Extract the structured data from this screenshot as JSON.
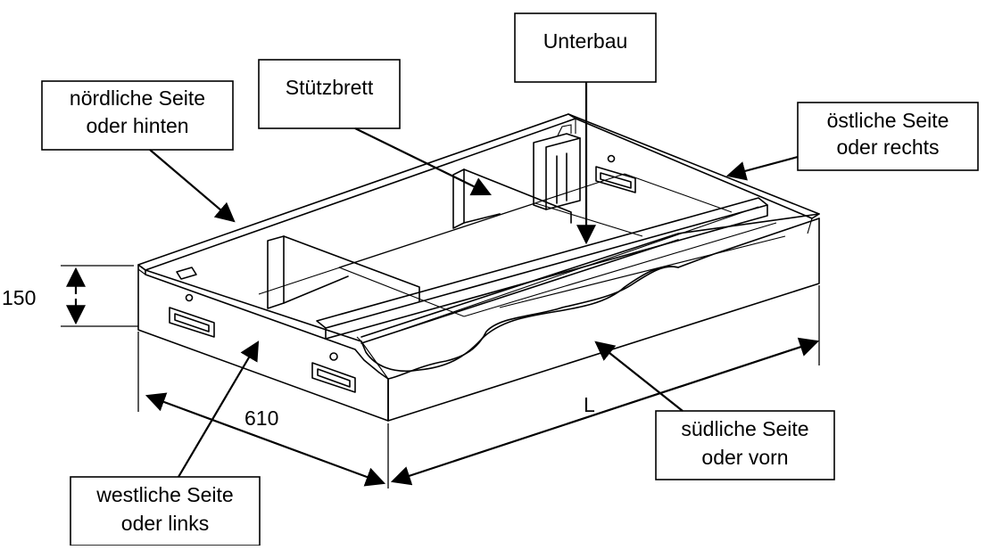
{
  "labels": {
    "unterbau": "Unterbau",
    "stuetzbrett": "Stützbrett",
    "north_line1": "nördliche Seite",
    "north_line2": "oder hinten",
    "east_line1": "östliche Seite",
    "east_line2": "oder rechts",
    "south_line1": "südliche Seite",
    "south_line2": "oder vorn",
    "west_line1": "westliche Seite",
    "west_line2": "oder links"
  },
  "dimensions": {
    "height": "150",
    "width": "610",
    "length": "L"
  }
}
